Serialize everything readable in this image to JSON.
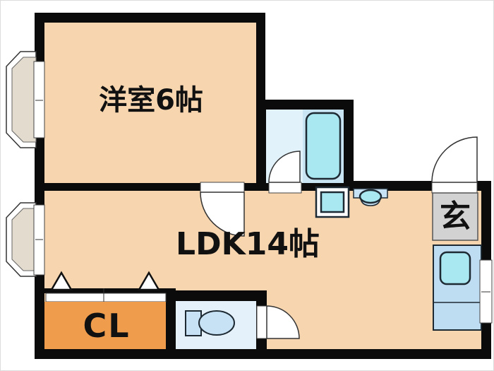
{
  "page": {
    "type": "apartment-floor-plan"
  },
  "rooms": {
    "western_room": {
      "label": "洋室6帖"
    },
    "ldk": {
      "label": "LDK14帖"
    },
    "closet": {
      "label": "CL"
    },
    "entrance": {
      "label": "玄"
    }
  },
  "fixtures": [
    "bathtub",
    "toilet",
    "kitchen-sink",
    "wash-basin",
    "washing-machine-pan",
    "bay-window-top",
    "bay-window-bottom",
    "entrance-swing-door",
    "western-room-swing-door",
    "bathroom-swing-door",
    "toilet-swing-door",
    "closet-folding-door",
    "right-wall-window"
  ],
  "colors": {
    "wall": "#0b0b0b",
    "floor": "#f6d5af",
    "closet": "#ef9d4d",
    "genkan": "#d2d2d2",
    "bath_floor": "#e2f2fb",
    "bath_zone": "#c9e4f3",
    "toilet_floor": "#e4f1fb",
    "fixture_fill": "#c7e2f4",
    "cyan": "#a9e8f1",
    "kitchen": "#bfddf2",
    "bay_sill": "#e4dbcf",
    "outline": "#1e2a33",
    "door_stroke": "#333333"
  }
}
